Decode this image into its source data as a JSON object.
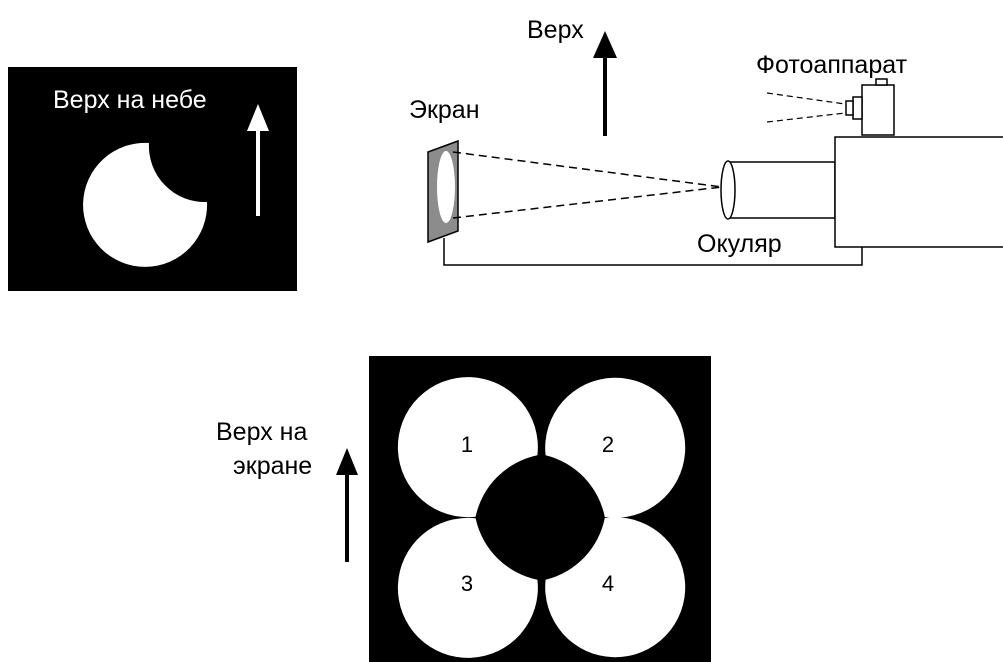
{
  "sky_panel": {
    "label": "Верх на небе"
  },
  "setup": {
    "up_label": "Верх",
    "screen_label": "Экран",
    "camera_label": "Фотоаппарат",
    "eyepiece_label": "Окуляр"
  },
  "options_panel": {
    "up_label_line1": "Верх на",
    "up_label_line2": "экране",
    "options": [
      "1",
      "2",
      "3",
      "4"
    ]
  },
  "colors": {
    "background": "#ffffff",
    "panel": "#000000",
    "disk": "#ffffff",
    "screen_fill": "#8c8c8c",
    "line": "#000000"
  }
}
